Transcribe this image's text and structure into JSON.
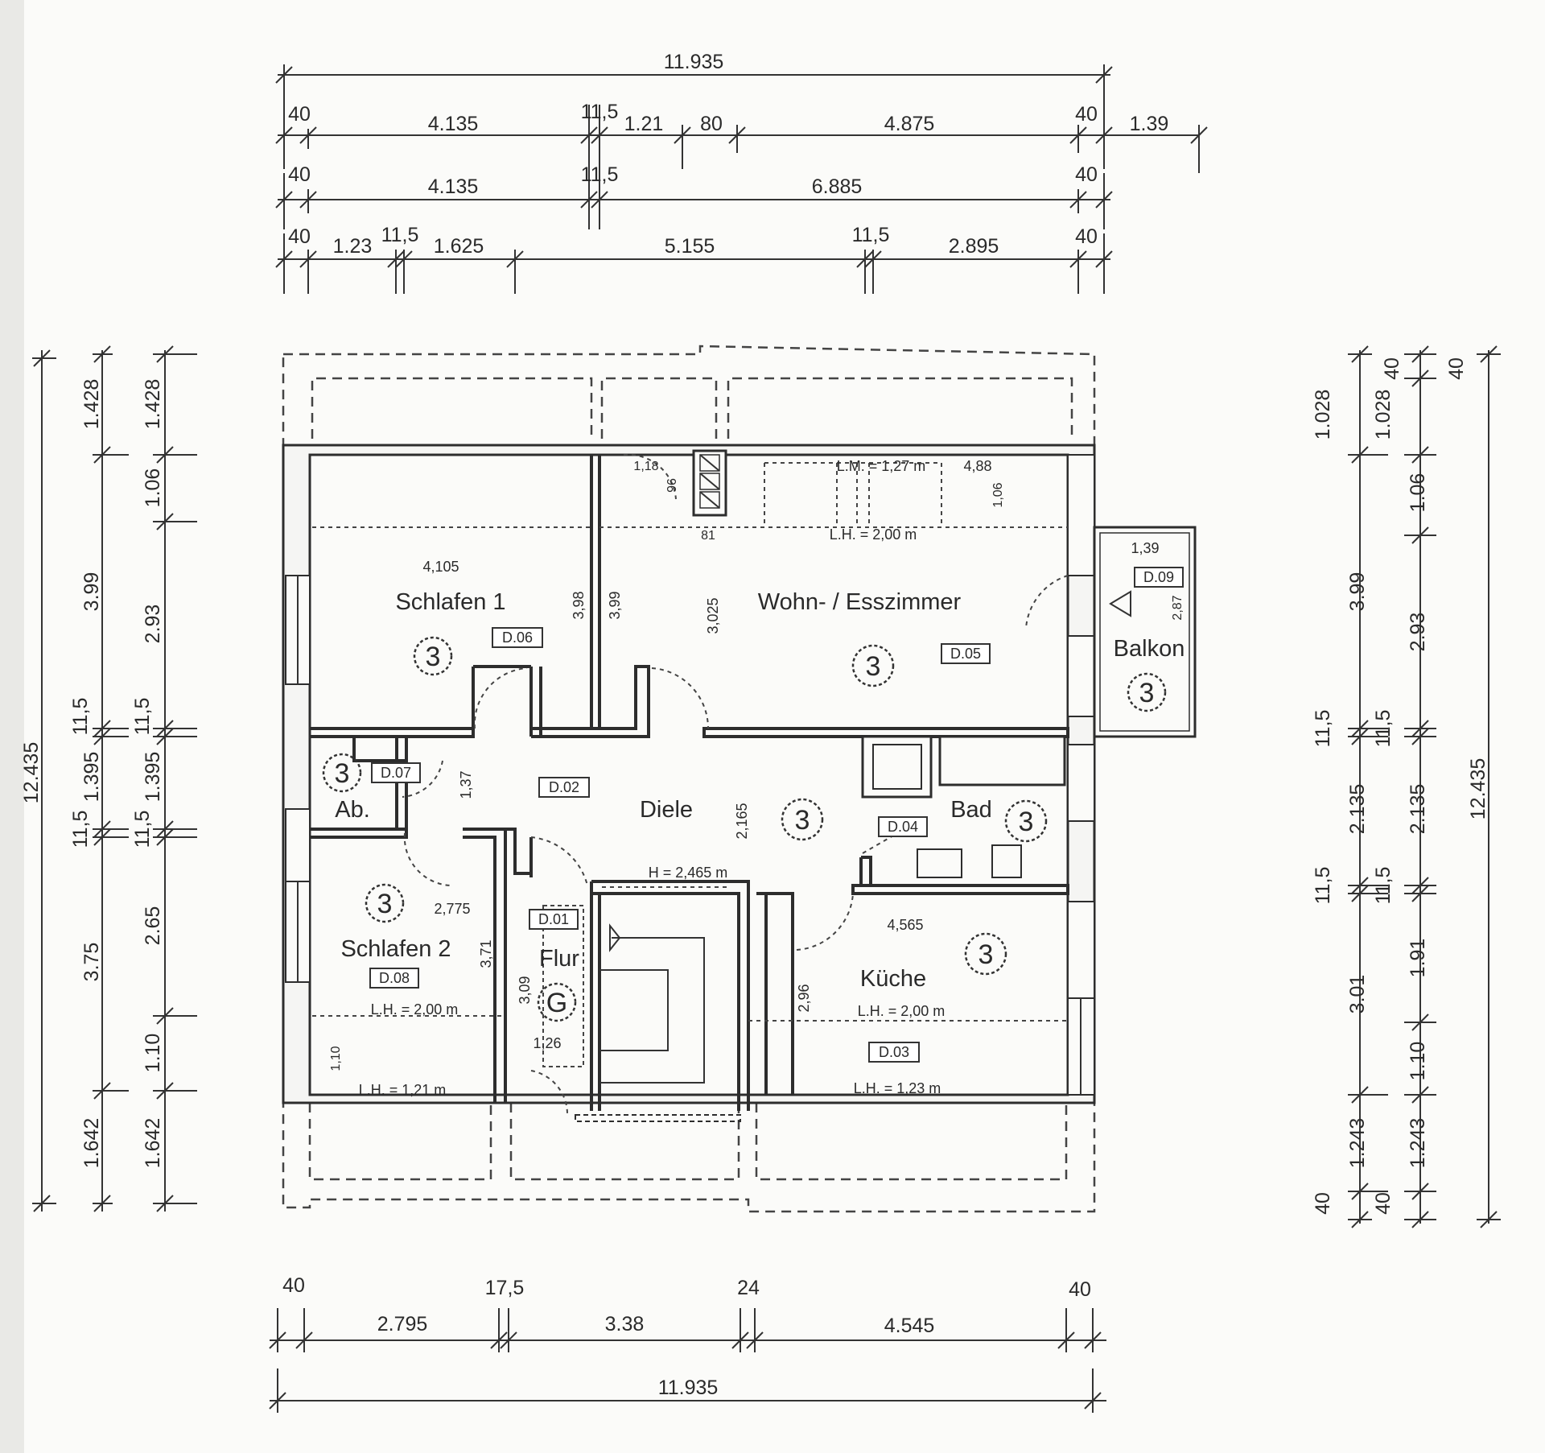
{
  "top_dimensions": {
    "row1": [
      "11.935"
    ],
    "row2": [
      "40",
      "4.135",
      "11,5",
      "1.21",
      "80",
      "4.875",
      "40",
      "1.39"
    ],
    "row3": [
      "40",
      "4.135",
      "11,5",
      "6.885",
      "40"
    ],
    "row4": [
      "40",
      "1.23",
      "11,5",
      "1.625",
      "5.155",
      "11,5",
      "2.895",
      "40"
    ]
  },
  "bottom_dimensions": {
    "row1": [
      "40",
      "2.795",
      "17,5",
      "3.38",
      "24",
      "4.545",
      "40"
    ],
    "row2": [
      "11.935"
    ]
  },
  "left_dimensions": {
    "outer": [
      "12.435"
    ],
    "middle": [
      "1.428",
      "3.99",
      "11,5",
      "1.395",
      "11,5",
      "3.75",
      "1.642"
    ],
    "inner": [
      "1.428",
      "1.06",
      "2.93",
      "11,5",
      "1.395",
      "11,5",
      "2.65",
      "1.10",
      "1.642"
    ]
  },
  "right_dimensions": {
    "col1": [
      "1.028",
      "3.99",
      "11,5",
      "2.135",
      "11,5",
      "3.01",
      "1.243",
      "40"
    ],
    "col2": [
      "40",
      "1.028",
      "1.06",
      "2.93",
      "11,5",
      "2.135",
      "11,5",
      "1.91",
      "1.10",
      "1.243",
      "40"
    ],
    "outer": [
      "40",
      "12.435"
    ]
  },
  "rooms": {
    "schlafen1": {
      "name": "Schlafen 1",
      "code": "D.06",
      "num": "3",
      "w": "4,105",
      "h1": "3,98",
      "h2": "3,99"
    },
    "wohn": {
      "name": "Wohn- / Esszimmer",
      "code": "D.05",
      "num": "3",
      "h": "3,025",
      "lh": "L.H. = 2,00 m",
      "m": "L.M. = 1,27 m",
      "w": "4,88",
      "d": "1,06",
      "c1": "1,18",
      "c2": "96",
      "c3": "81"
    },
    "balkon": {
      "name": "Balkon",
      "code": "D.09",
      "num": "3",
      "w": "1,39",
      "h": "2,87"
    },
    "ab": {
      "name": "Ab.",
      "code": "D.07",
      "num": "3",
      "d": "1,37"
    },
    "diele": {
      "name": "Diele",
      "code": "D.02",
      "num": "3",
      "h": "2,165",
      "hl": "H = 2,465 m"
    },
    "bad": {
      "name": "Bad",
      "code": "D.04",
      "num": "3"
    },
    "schlafen2": {
      "name": "Schlafen 2",
      "code": "D.08",
      "num": "3",
      "w": "2,775",
      "h": "3,71",
      "lh1": "L.H. = 2,00 m",
      "lh2": "L.H. = 1,21 m",
      "d": "1,10"
    },
    "flur": {
      "name": "Flur",
      "code": "D.01",
      "num": "G",
      "h": "3,09",
      "w": "1,26"
    },
    "kuche": {
      "name": "Küche",
      "code": "D.03",
      "num": "3",
      "w": "4,565",
      "h": "2,96",
      "lh1": "L.H. = 2,00 m",
      "lh2": "L.H. = 1,23 m"
    }
  }
}
